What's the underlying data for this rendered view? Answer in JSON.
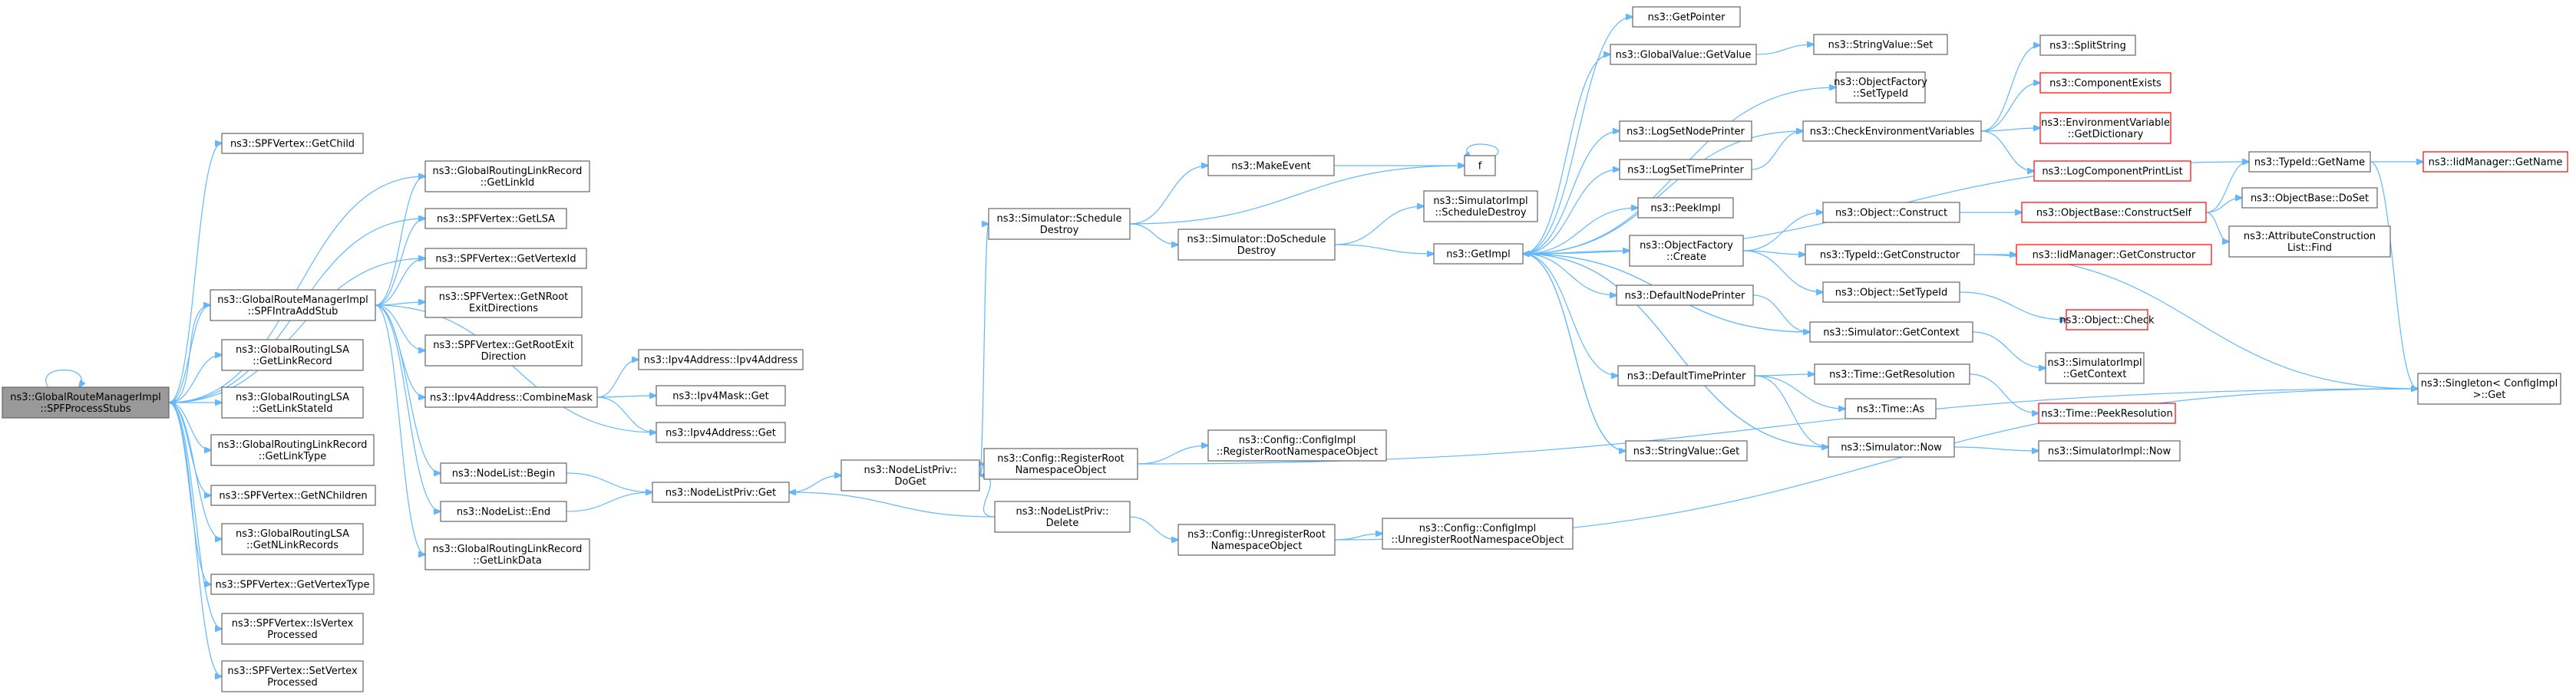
{
  "colors": {
    "edge": "#63b8ff",
    "node_border": "#666666",
    "root_fill": "#999999",
    "red_border": "#ff0000"
  },
  "nodes": {
    "root": [
      "ns3::GlobalRouteManagerImpl",
      "::SPFProcessStubs"
    ],
    "getChild": [
      "ns3::SPFVertex::GetChild"
    ],
    "rlrGetLinkId": [
      "ns3::GlobalRoutingLinkRecord",
      "::GetLinkId"
    ],
    "getLSA": [
      "ns3::SPFVertex::GetLSA"
    ],
    "getVertexId": [
      "ns3::SPFVertex::GetVertexId"
    ],
    "spfIntraAddStub": [
      "ns3::GlobalRouteManagerImpl",
      "::SPFIntraAddStub"
    ],
    "getNRootExit": [
      "ns3::SPFVertex::GetNRoot",
      "ExitDirections"
    ],
    "getRootExit": [
      "ns3::SPFVertex::GetRootExit",
      "Direction"
    ],
    "lsaGetLinkRecord": [
      "ns3::GlobalRoutingLSA",
      "::GetLinkRecord"
    ],
    "ipv4AddrCtor": [
      "ns3::Ipv4Address::Ipv4Address"
    ],
    "combineMask": [
      "ns3::Ipv4Address::CombineMask"
    ],
    "ipv4MaskGet": [
      "ns3::Ipv4Mask::Get"
    ],
    "lsaGetLinkStateId": [
      "ns3::GlobalRoutingLSA",
      "::GetLinkStateId"
    ],
    "ipv4AddrGet": [
      "ns3::Ipv4Address::Get"
    ],
    "rlrGetLinkType": [
      "ns3::GlobalRoutingLinkRecord",
      "::GetLinkType"
    ],
    "nodeListBegin": [
      "ns3::NodeList::Begin"
    ],
    "nodeListPrivGet": [
      "ns3::NodeListPriv::Get"
    ],
    "getNChildren": [
      "ns3::SPFVertex::GetNChildren"
    ],
    "nodeListEnd": [
      "ns3::NodeList::End"
    ],
    "lsaGetNLinkRecords": [
      "ns3::GlobalRoutingLSA",
      "::GetNLinkRecords"
    ],
    "rlrGetLinkData": [
      "ns3::GlobalRoutingLinkRecord",
      "::GetLinkData"
    ],
    "getVertexType": [
      "ns3::SPFVertex::GetVertexType"
    ],
    "isVertexProcessed": [
      "ns3::SPFVertex::IsVertex",
      "Processed"
    ],
    "setVertexProcessed": [
      "ns3::SPFVertex::SetVertex",
      "Processed"
    ],
    "nodeListPrivDoGet": [
      "ns3::NodeListPriv::",
      "DoGet"
    ],
    "registerRoot": [
      "ns3::Config::RegisterRoot",
      "NamespaceObject"
    ],
    "nodeListPrivDelete": [
      "ns3::NodeListPriv::",
      "Delete"
    ],
    "cfgImplRegister": [
      "ns3::Config::ConfigImpl",
      "::RegisterRootNamespaceObject"
    ],
    "unregisterRoot": [
      "ns3::Config::UnregisterRoot",
      "NamespaceObject"
    ],
    "cfgImplUnregister": [
      "ns3::Config::ConfigImpl",
      "::UnregisterRootNamespaceObject"
    ],
    "scheduleDestroy": [
      "ns3::Simulator::Schedule",
      "Destroy"
    ],
    "makeEvent": [
      "ns3::MakeEvent"
    ],
    "doScheduleDestroy": [
      "ns3::Simulator::DoSchedule",
      "Destroy"
    ],
    "implScheduleDestroy": [
      "ns3::SimulatorImpl",
      "::ScheduleDestroy"
    ],
    "f": [
      "f"
    ],
    "getImpl": [
      "ns3::GetImpl"
    ],
    "getPointer": [
      "ns3::GetPointer"
    ],
    "globalValueGetValue": [
      "ns3::GlobalValue::GetValue"
    ],
    "stringValueSet": [
      "ns3::StringValue::Set"
    ],
    "objFactorySetTypeId": [
      "ns3::ObjectFactory",
      "::SetTypeId"
    ],
    "logSetNodePrinter": [
      "ns3::LogSetNodePrinter"
    ],
    "checkEnvVars": [
      "ns3::CheckEnvironmentVariables"
    ],
    "logSetTimePrinter": [
      "ns3::LogSetTimePrinter"
    ],
    "peekImpl": [
      "ns3::PeekImpl"
    ],
    "objFactoryCreate": [
      "ns3::ObjectFactory",
      "::Create"
    ],
    "objectConstruct": [
      "ns3::Object::Construct"
    ],
    "typeIdGetConstructor": [
      "ns3::TypeId::GetConstructor"
    ],
    "objectSetTypeId": [
      "ns3::Object::SetTypeId"
    ],
    "defaultNodePrinter": [
      "ns3::DefaultNodePrinter"
    ],
    "simGetContext": [
      "ns3::Simulator::GetContext"
    ],
    "defaultTimePrinter": [
      "ns3::DefaultTimePrinter"
    ],
    "timeGetResolution": [
      "ns3::Time::GetResolution"
    ],
    "timeAs": [
      "ns3::Time::As"
    ],
    "simNow": [
      "ns3::Simulator::Now"
    ],
    "stringValueGet": [
      "ns3::StringValue::Get"
    ],
    "splitString": [
      "ns3::SplitString"
    ],
    "componentExists": [
      "ns3::ComponentExists"
    ],
    "envVarGetDict": [
      "ns3::EnvironmentVariable",
      "::GetDictionary"
    ],
    "logComponentPrintList": [
      "ns3::LogComponentPrintList"
    ],
    "obConstructSelf": [
      "ns3::ObjectBase::ConstructSelf"
    ],
    "iidGetConstructor": [
      "ns3::IidManager::GetConstructor"
    ],
    "objectCheck": [
      "ns3::Object::Check"
    ],
    "implGetContext": [
      "ns3::SimulatorImpl",
      "::GetContext"
    ],
    "timePeekResolution": [
      "ns3::Time::PeekResolution"
    ],
    "implNow": [
      "ns3::SimulatorImpl::Now"
    ],
    "typeIdGetName": [
      "ns3::TypeId::GetName"
    ],
    "obDoSet": [
      "ns3::ObjectBase::DoSet"
    ],
    "attrConstructionFind": [
      "ns3::AttributeConstruction",
      "List::Find"
    ],
    "iidGetName": [
      "ns3::IidManager::GetName"
    ],
    "singletonGet": [
      "ns3::Singleton< ConfigImpl",
      " >::Get"
    ]
  }
}
